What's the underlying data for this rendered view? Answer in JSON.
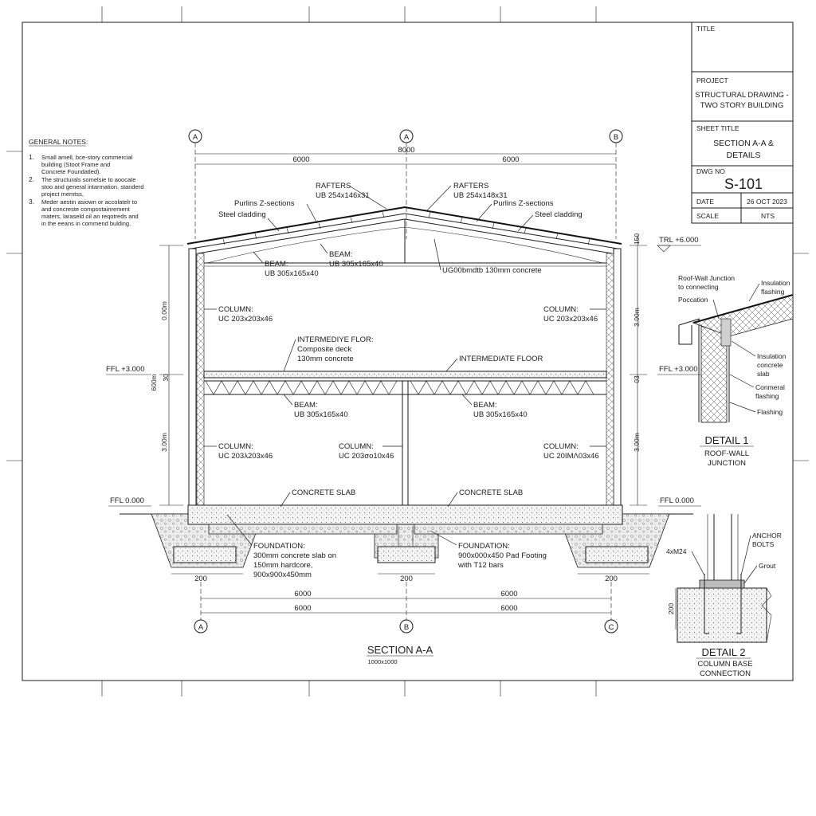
{
  "title_block": {
    "title_label": "TITLE",
    "project_label": "PROJECT",
    "project_line1": "STRUCTURAL DRAWING -",
    "project_line2": "TWO STORY BUILDING",
    "sheet_title_label": "SHEET TITLE",
    "sheet_title_line1": "SECTION A-A &",
    "sheet_title_line2": "DETAILS",
    "dwg_no_label": "DWG NO",
    "dwg_no": "S-101",
    "date_label": "DATE",
    "date": "26 OCT 2023",
    "scale_label": "SCALE",
    "scale": "NTS"
  },
  "notes": {
    "heading": "GENERAL NOTES:",
    "items": [
      {
        "num": "1.",
        "lines": [
          "Small amell, bce-story commercial",
          "building (Stoot Frame and",
          "Concrete Foundatled)."
        ]
      },
      {
        "num": "2.",
        "lines": [
          "The structurals somelsie to aoocate",
          "stoo and general intarmation, standerd",
          "project memtss,"
        ]
      },
      {
        "num": "3.",
        "lines": [
          "Meder aestin asiown or accolatelr to",
          "and concreste compostainrement",
          "maters, laraseld oil an reqotreds and",
          "in the eeans in commend bulding."
        ]
      }
    ]
  },
  "grid": {
    "top_a1": "A",
    "top_a2": "A",
    "top_b": "B",
    "bot_a": "A",
    "bot_b": "B",
    "bot_c": "C"
  },
  "dims": {
    "overall": "8000",
    "top_left": "6000",
    "top_right": "6000",
    "bot_left1": "6000",
    "bot_right1": "6000",
    "bot_left2": "6000",
    "bot_right2": "6000",
    "foot_left": "200",
    "foot_mid": "200",
    "foot_right": "200",
    "left_upper": "0.00m",
    "left_mid": "600m",
    "left_lower": "3.00m",
    "left_small": "30",
    "right_upper": "3.00m",
    "right_lower": "3.00m",
    "right_top": "150",
    "right_mid": "03",
    "detail2_dim": "200"
  },
  "levels": {
    "trl": "TRL +6.000",
    "ffl_left_upper": "FFL +3.000",
    "ffl_right_upper": "FFL +3.000",
    "ffl_left_ground": "FFL 0.000",
    "ffl_right_ground": "FFL 0.000"
  },
  "labels": {
    "rafters_left": [
      "RAFTERS",
      "UB 254x146x31"
    ],
    "rafters_right": [
      "RAFTERS",
      "UB 254x148x31"
    ],
    "purlins_left": "Purlins Z-sections",
    "purlins_right": "Purlins Z-sections",
    "cladding_left": "Steel cladding",
    "cladding_right": "Steel cladding",
    "beam_roof_left": [
      "BEAM:",
      "UB 305x165x40"
    ],
    "beam_roof_mid": [
      "BEAM:",
      "UB 305x165x40"
    ],
    "roof_concrete": "UG00bmdtb 130mm concrete",
    "col_left_upper": [
      "COLUMN:",
      "UC 203x203x46"
    ],
    "col_right_upper": [
      "COLUMN:",
      "UC 203x203x46"
    ],
    "inter_floor_left": [
      "INTERMEDIYE FLOR:",
      "Composite deck",
      "130mm concrete"
    ],
    "inter_floor_right": "INTERMEDIATE FLOOR",
    "beam_floor_left": [
      "BEAM:",
      "UB 305x165x40"
    ],
    "beam_floor_right": [
      "BEAM:",
      "UB 305x165x40"
    ],
    "col_left_lower": [
      "COLUMN:",
      "UC 203λ203x46"
    ],
    "col_mid_lower": [
      "COLUMN:",
      "UC 203σo10x46"
    ],
    "col_right_lower": [
      "COLUMN:",
      "UC 20IMΛ03x46"
    ],
    "slab_left": "CONCRETE SLAB",
    "slab_right": "CONCRETE SLAB",
    "found_left": [
      "FOUNDATION:",
      "300mm concrete slab on",
      "150mm hardcore,",
      "900x900x450mm"
    ],
    "found_right": [
      "FOUNDATION:",
      "900x000x450 Pad Footing",
      "with T12 bars"
    ],
    "section_title": "SECTION A-A",
    "section_scale": "1000x1000"
  },
  "detail1": {
    "label_a": [
      "Roof-Wall Junction",
      "to connecting"
    ],
    "label_b": "Poccation",
    "label_c": [
      "Insulation",
      "flashing"
    ],
    "label_d": [
      "Insulation",
      "concrete",
      "slab"
    ],
    "label_e": [
      "Conmeral",
      "flashing"
    ],
    "label_f": "Flashing",
    "title": "DETAIL 1",
    "sub1": "ROOF-WALL",
    "sub2": "JUNCTION"
  },
  "detail2": {
    "anchor": [
      "ANCHOR",
      "BOLTS"
    ],
    "bolts": "4xM24",
    "grout": "Grout",
    "title": "DETAIL 2",
    "sub1": "COLUMN BASE",
    "sub2": "CONNECTION"
  }
}
